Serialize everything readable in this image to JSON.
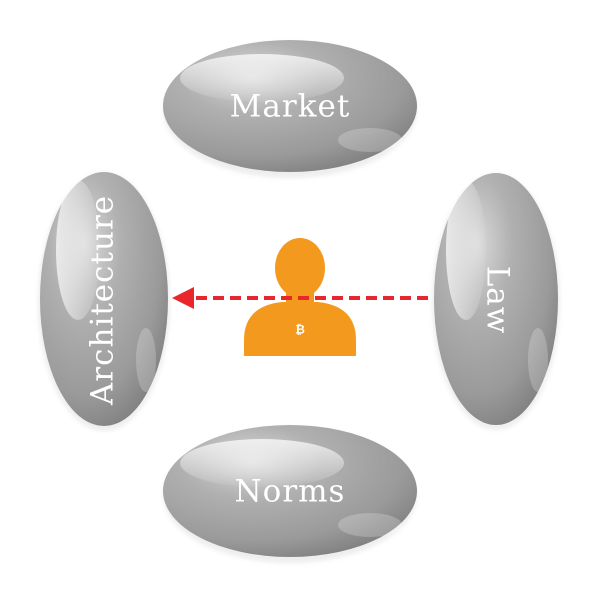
{
  "nodes": {
    "top": "Market",
    "left": "Architecture",
    "right": "Law",
    "bottom": "Norms"
  },
  "center": {
    "icon": "person-icon",
    "badge_text": "₿"
  },
  "arrow": {
    "from": "Law",
    "to": "Architecture",
    "style": "dashed"
  },
  "colors": {
    "pill_base": "#9f9f9f",
    "pill_dark": "#6f6f6f",
    "person": "#f39a1e",
    "arrow": "#e8262b",
    "label": "#ffffff"
  }
}
